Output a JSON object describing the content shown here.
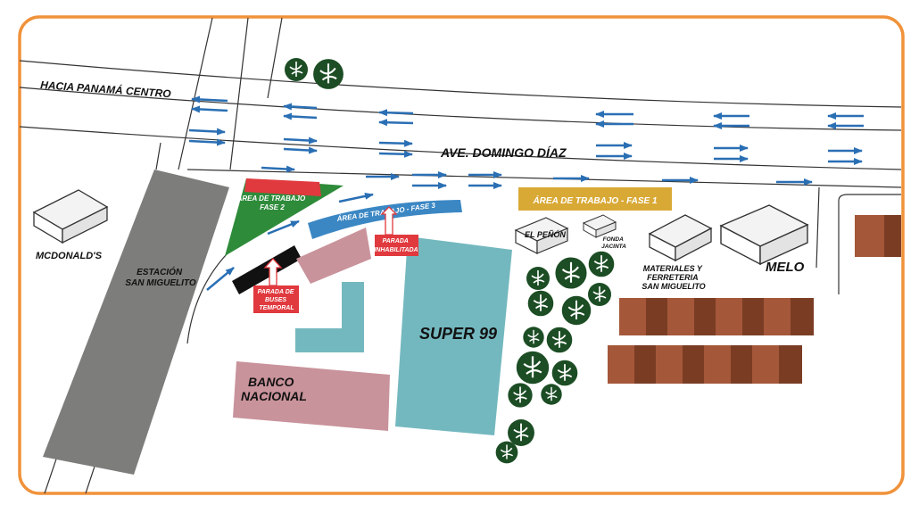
{
  "map": {
    "roads": {
      "toward_center": "HACIA PANAMÁ CENTRO",
      "avenue": "AVE. DOMINGO DÍAZ"
    },
    "places": {
      "mcdonalds": "MCDONALD'S",
      "station_line1": "ESTACIÓN",
      "station_line2": "SAN MIGUELITO",
      "super99": "SUPER 99",
      "bank_line1": "BANCO",
      "bank_line2": "NACIONAL",
      "el_penon": "EL PEÑÓN",
      "fonda_line1": "FONDA",
      "fonda_line2": "JACINTA",
      "hardware_line1": "MATERIALES Y",
      "hardware_line2": "FERRETERIA",
      "hardware_line3": "SAN MIGUELITO",
      "melo": "MELO"
    },
    "work_areas": {
      "phase1": "ÁREA DE TRABAJO - FASE 1",
      "phase2_line1": "ÁREA DE TRABAJO",
      "phase2_line2": "FASE 2",
      "phase3": "ÁREA DE TRABAJO - FASE 3"
    },
    "stops": {
      "disabled_line1": "PARADA",
      "disabled_line2": "INHABILITADA",
      "temp_line1": "PARADA DE",
      "temp_line2": "BUSES",
      "temp_line3": "TEMPORAL"
    },
    "colors": {
      "frame": "#f0923a",
      "station": "#7d7d7b",
      "super99": "#74b8bf",
      "bank": "#c9939b",
      "phase1": "#d9a935",
      "phase2": "#2e8b3a",
      "phase3": "#3b87c4",
      "stop_label": "#e0393e",
      "bus_stop": "#111111",
      "tree": "#1c4d24",
      "house_light": "#a5573a",
      "house_dark": "#7a3d24",
      "arrow": "#2a6fb4"
    }
  }
}
